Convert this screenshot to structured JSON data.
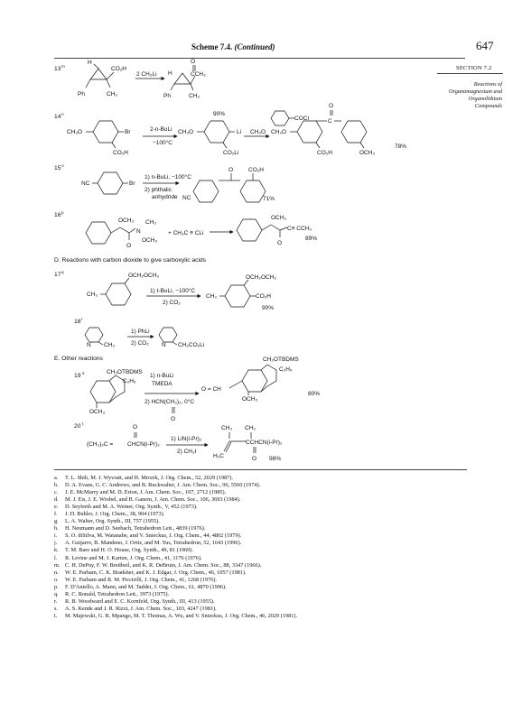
{
  "header": {
    "scheme_label": "Scheme 7.4.",
    "scheme_continued": "(Continued)",
    "page_number": "647",
    "section": "SECTION 7.2",
    "caption_lines": [
      "Reactions of",
      "Organomagnesium and",
      "Organolithium",
      "Compounds"
    ]
  },
  "scheme": {
    "entries": [
      {
        "id": "13",
        "sup": "m",
        "reagent": "2 CH₃Li",
        "yield": ""
      },
      {
        "id": "14",
        "sup": "n",
        "reagent_line1": "2-n-BuLi",
        "reagent_line2": "−100°C",
        "yield_mid": "90%",
        "yield": "78%"
      },
      {
        "id": "15",
        "sup": "o",
        "reagent_line1": "1) n-BuLi, −100°C",
        "reagent_line2": "2) phthalic",
        "reagent_line3": "anhydride",
        "yield": "71%"
      },
      {
        "id": "16",
        "sup": "p",
        "reagent": "+ CH₃C ≡ CLi",
        "yield": "89%"
      },
      {
        "id": "17",
        "sup": "q",
        "reagent_line1": "1) t-BuLi, −100°C",
        "reagent_line2": "2) CO₂",
        "yield": "90%"
      },
      {
        "id": "18",
        "sup": "r",
        "reagent_line1": "1) PhLi",
        "reagent_line2": "2) CO₂",
        "yield": ""
      },
      {
        "id": "19",
        "sup": "s",
        "reagent_line1": "1) n-BuLi",
        "reagent_line2": "TMEDA",
        "reagent_line3": "2) HCN(CH₃)₂, 0°C",
        "yield": "80%"
      },
      {
        "id": "20",
        "sup": "t",
        "reagent_line1": "1) LiN(i-Pr)₂",
        "reagent_line2": "2) CH₃I",
        "yield": "98%"
      }
    ],
    "section_d": "D. Reactions with carbon dioxide to give carboxylic acids",
    "section_e": "E. Other reactions",
    "labels": {
      "co2h": "CO₂H",
      "ch3": "CH₃",
      "ph": "Ph",
      "h": "H",
      "o": "O",
      "cch3": "CCH₃",
      "ch3o": "CH₃O",
      "br": "Br",
      "li": "Li",
      "co2li": "CO₂Li",
      "cocl": "COCl",
      "c": "C",
      "och3": "OCH₃",
      "nc": "NC",
      "n": "N",
      "c_triple_cch3": "C≡ CCH₃",
      "ch2och3": "OCH₂OCH₃",
      "ch2och3_b": "OCH₂OCH₃",
      "ch2co2li": "CH₂CO₂Li",
      "ch2otbdms": "CH₂OTBDMS",
      "c2h5": "C₂H₅",
      "o_eq_ch": "O = CH",
      "me2c": "(CH₃)₂C =",
      "chcn": "CHCN(i-Pr)₂",
      "cchcn": "CCHCN(i-Pr)₂",
      "h2c": "H₂C"
    }
  },
  "footnotes": [
    {
      "letter": "a.",
      "text": "T. L. Shih, M. J. Wyvratt, and H. Mrozik, J. Org. Chem., 52, 2029 (1987)."
    },
    {
      "letter": "b.",
      "text": "D. A. Evans, G. C. Andrews, and B. Buckwalter, J. Am. Chem. Soc., 96, 5560 (1974)."
    },
    {
      "letter": "c.",
      "text": "J. E. McMurry and M. D. Erion, J. Am. Chem. Soc., 107, 2712 (1985)."
    },
    {
      "letter": "d.",
      "text": "M. J. Eis, J. E. Wrobel, and B. Ganem, J. Am. Chem. Soc., 106, 3693 (1984)."
    },
    {
      "letter": "e.",
      "text": "D. Seyferth and M. A. Weiner, Org. Synth., V, 452 (1973)."
    },
    {
      "letter": "f.",
      "text": "J. D. Buhler, J. Org. Chem., 38, 904 (1973)."
    },
    {
      "letter": "g.",
      "text": "L. A. Walter, Org. Synth., III, 757 (1955)."
    },
    {
      "letter": "h.",
      "text": "H. Neumann and D. Seebach, Tetrahedron Lett., 4839 (1976)."
    },
    {
      "letter": "i.",
      "text": "S. O. diSilva, M. Watanabe, and V. Snieckus, J. Org. Chem., 44, 4802 (1979)."
    },
    {
      "letter": "j.",
      "text": "A. Guijarro, B. Mandeno, J. Ortiz, and M. Yus, Tetrahedron, 52, 1643 (1996)."
    },
    {
      "letter": "k.",
      "text": "T. M. Bare and H. O. House, Org. Synth., 49, 81 (1969)."
    },
    {
      "letter": "l.",
      "text": "R. Levine and M. J. Karten, J. Org. Chem., 41, 1176 (1976)."
    },
    {
      "letter": "m.",
      "text": "C. H. DePuy, F. W. Breitbeil, and K. R. DeBruin, J. Am. Chem. Soc., 88, 3347 (1966)."
    },
    {
      "letter": "n.",
      "text": "W. E. Parham, C. K. Bradsher, and K. J. Edgar, J. Org. Chem., 46, 1057 (1981)."
    },
    {
      "letter": "o.",
      "text": "W. E. Parham and R. M. Piccirilli, J. Org. Chem., 41, 1268 (1976)."
    },
    {
      "letter": "p.",
      "text": "F. D'Aniello, A. Mann, and M. Taddei, J. Org. Chem., 61, 4870 (1996)."
    },
    {
      "letter": "q.",
      "text": "R. C. Ronald, Tetrahedron Lett., 3973 (1975)."
    },
    {
      "letter": "r.",
      "text": "R. B. Woodward and E. C. Kornfeld, Org. Synth., III, 413 (1955)."
    },
    {
      "letter": "s.",
      "text": "A. S. Kende and J. R. Rizzi, J. Am. Chem. Soc., 103, 4247 (1981)."
    },
    {
      "letter": "t.",
      "text": "M. Majewski, G. B. Mpango, M. T. Thomas, A. Wu, and V. Snieckus, J. Org. Chem., 46, 2029 (1981)."
    }
  ]
}
